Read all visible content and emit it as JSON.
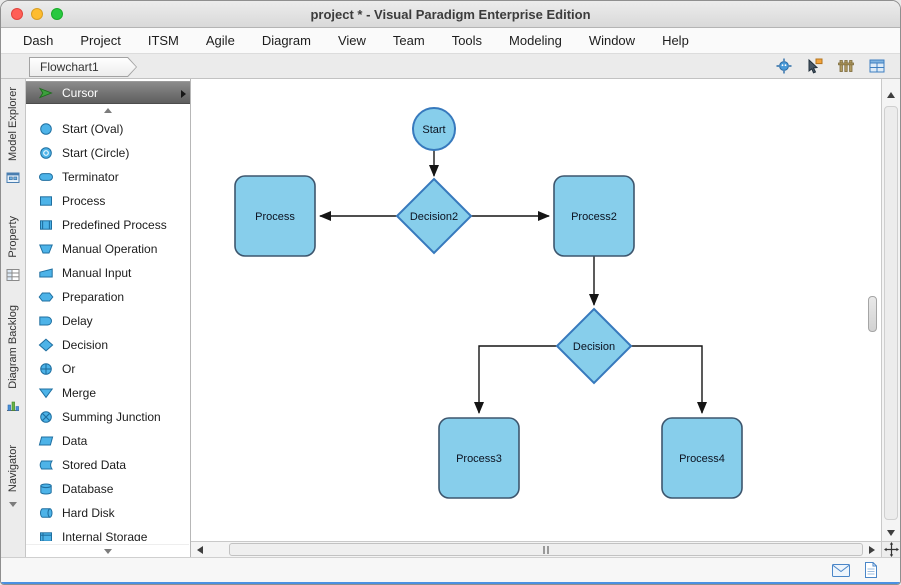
{
  "window": {
    "title": "project * - Visual Paradigm Enterprise Edition"
  },
  "menu": {
    "items": [
      "Dash",
      "Project",
      "ITSM",
      "Agile",
      "Diagram",
      "View",
      "Team",
      "Tools",
      "Modeling",
      "Window",
      "Help"
    ]
  },
  "tabbar": {
    "tab_label": "Flowchart1",
    "right_icons": [
      "diagram-overview-icon",
      "mouse-pointer-flag-icon",
      "fence-icon",
      "table-view-icon"
    ]
  },
  "side_tabs": {
    "labels": [
      "Model Explorer",
      "Property",
      "Diagram Backlog",
      "Navigator"
    ]
  },
  "palette": {
    "cursor_label": "Cursor",
    "items": [
      {
        "label": "Start (Oval)",
        "icon": "start-oval"
      },
      {
        "label": "Start (Circle)",
        "icon": "start-circle"
      },
      {
        "label": "Terminator",
        "icon": "terminator"
      },
      {
        "label": "Process",
        "icon": "process"
      },
      {
        "label": "Predefined Process",
        "icon": "predefined-process"
      },
      {
        "label": "Manual Operation",
        "icon": "manual-operation"
      },
      {
        "label": "Manual Input",
        "icon": "manual-input"
      },
      {
        "label": "Preparation",
        "icon": "preparation"
      },
      {
        "label": "Delay",
        "icon": "delay"
      },
      {
        "label": "Decision",
        "icon": "decision"
      },
      {
        "label": "Or",
        "icon": "or"
      },
      {
        "label": "Merge",
        "icon": "merge"
      },
      {
        "label": "Summing Junction",
        "icon": "summing-junction"
      },
      {
        "label": "Data",
        "icon": "data"
      },
      {
        "label": "Stored Data",
        "icon": "stored-data"
      },
      {
        "label": "Database",
        "icon": "database"
      },
      {
        "label": "Hard Disk",
        "icon": "hard-disk"
      },
      {
        "label": "Internal Storage",
        "icon": "internal-storage"
      }
    ]
  },
  "canvas": {
    "nodes": [
      {
        "id": "start",
        "label": "Start",
        "type": "circle"
      },
      {
        "id": "decision2",
        "label": "Decision2",
        "type": "diamond"
      },
      {
        "id": "process",
        "label": "Process",
        "type": "rect"
      },
      {
        "id": "process2",
        "label": "Process2",
        "type": "rect"
      },
      {
        "id": "decision",
        "label": "Decision",
        "type": "diamond"
      },
      {
        "id": "process3",
        "label": "Process3",
        "type": "rect"
      },
      {
        "id": "process4",
        "label": "Process4",
        "type": "rect"
      }
    ]
  },
  "colors": {
    "shape_fill": "#87CEEB",
    "shape_border_blue": "#3779BD",
    "shape_border_dark": "#3D566E",
    "palette_icon_fill": "#4DB3E8",
    "selected_row_bg": "#6E6E6E",
    "traffic_red": "#FF5F57",
    "traffic_yellow": "#FEBC2E",
    "traffic_green": "#28C840",
    "bottom_bar_blue": "#4A90E2"
  }
}
